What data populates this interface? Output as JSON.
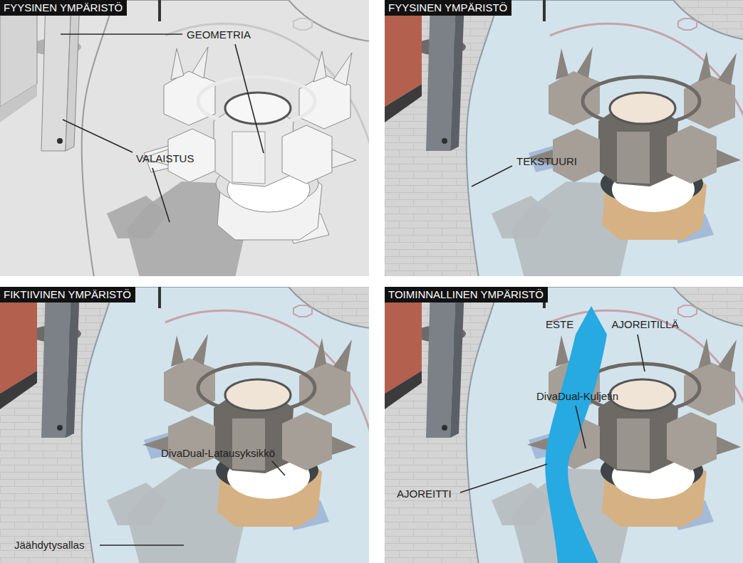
{
  "diagram": {
    "nodes": [
      {
        "text": [
          "FYYSINEN YMPÄRISTÖ"
        ]
      },
      {
        "text": [
          "FYYSINEN YMPÄRISTÖ"
        ]
      },
      {
        "text": [
          "FIKTIIVINEN YMPÄRISTÖ"
        ]
      },
      {
        "text": [
          "TOIMINNALLINEN YMPÄRISTÖ"
        ]
      }
    ],
    "labels": [
      "GEOMETRIA",
      "VALAISTUS",
      "TEKSTUURI",
      "DivaDual-Kuljetin",
      "DivaDual-Latausyksikkö",
      "Jäähdytysallas",
      "ESTE AJOREITILLÄ",
      "AJOREITTI"
    ]
  }
}
